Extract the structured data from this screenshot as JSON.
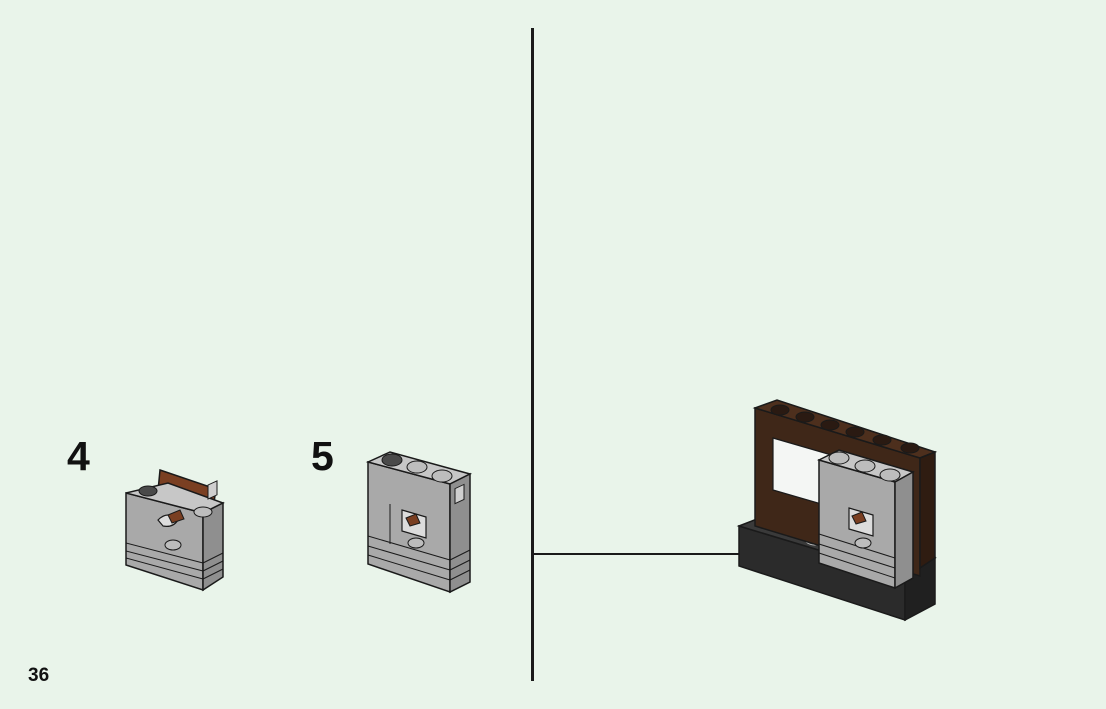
{
  "page": {
    "page_number": "36",
    "background_color": "#e9f4ea"
  },
  "steps": [
    {
      "number": "4"
    },
    {
      "number": "5"
    }
  ],
  "colors": {
    "light_gray": "#a9a9a9",
    "light_gray_top": "#c7c7c7",
    "dark_brown": "#3f2718",
    "reddish_brown": "#7a3f22",
    "black_brick": "#2b2b2b",
    "window_glass": "#f4f6f4"
  },
  "icons": [
    "arrow-right-icon"
  ]
}
